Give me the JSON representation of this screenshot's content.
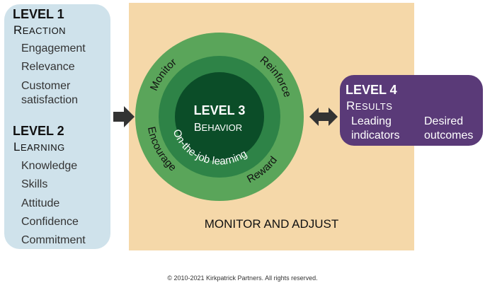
{
  "level1": {
    "title": "LEVEL 1",
    "sub_cap": "R",
    "sub_rest": "EACTION",
    "items": [
      "Engagement",
      "Relevance",
      "Customer",
      "satisfaction"
    ]
  },
  "level2": {
    "title": "LEVEL 2",
    "sub_cap": "L",
    "sub_rest": "EARNING",
    "items": [
      "Knowledge",
      "Skills",
      "Attitude",
      "Confidence",
      "Commitment"
    ]
  },
  "level3": {
    "title": "LEVEL 3",
    "sub_cap": "B",
    "sub_rest": "EHAVIOR",
    "ring_labels": {
      "monitor": "Monitor",
      "reinforce": "Reinforce",
      "encourage": "Encourage",
      "reward": "Reward",
      "on_the_job": "On-the-job learning"
    }
  },
  "level4": {
    "title": "LEVEL 4",
    "sub_cap": "R",
    "sub_rest": "ESULTS",
    "left_items": [
      "Leading",
      "indicators"
    ],
    "right_items": [
      "Desired",
      "outcomes"
    ]
  },
  "monitor_adjust": "MONITOR AND ADJUST",
  "footer": "© 2010-2021 Kirkpatrick Partners. All rights reserved.",
  "colors": {
    "left_panel": "#cfe2eb",
    "monitor_box": "#f5d8a9",
    "outer_ring": "#5aa55a",
    "middle_ring": "#2e8347",
    "core": "#0b4d28",
    "right_panel": "#5a3a78",
    "arrow": "#333333"
  }
}
